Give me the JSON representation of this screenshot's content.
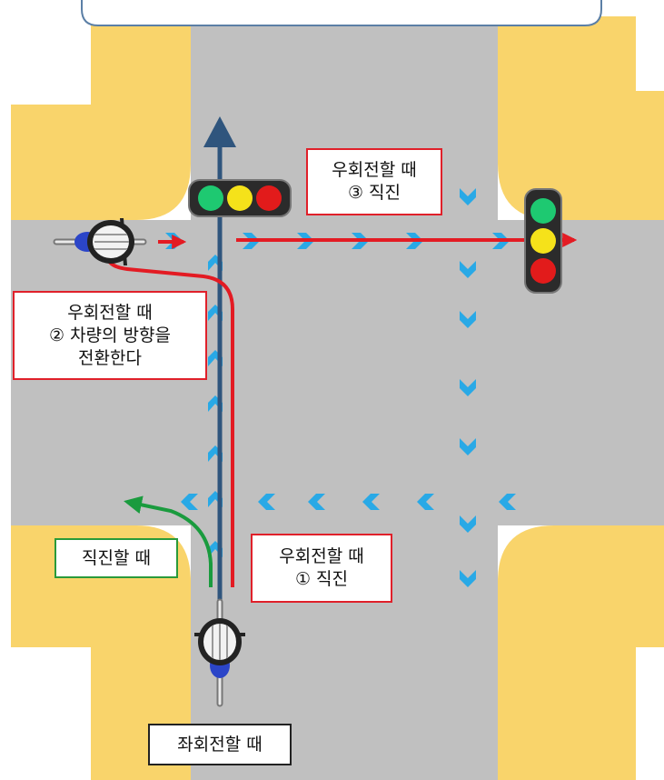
{
  "colors": {
    "sidewalk": "#f9d46b",
    "road": "#c0c0c0",
    "cyan_arrows": "#29a9e6",
    "red_path": "#e31b23",
    "dark_arrow": "#2f557d",
    "green_path": "#1a9b3e",
    "frame": "#5b7fa6"
  },
  "labels": {
    "hook_step3": {
      "line1": "우회전할 때",
      "line2": "③ 직진"
    },
    "hook_step2": {
      "line1": "우회전할 때",
      "line2": "② 차량의 방향을",
      "line3": "전환한다"
    },
    "straight": {
      "line1": "직진할 때"
    },
    "hook_step1": {
      "line1": "우회전할 때",
      "line2": "① 직진"
    },
    "left_turn": {
      "line1": "좌회전할 때"
    }
  },
  "traffic_lights": [
    {
      "id": "north",
      "orientation": "horizontal",
      "lamps": [
        "green",
        "yellow",
        "red"
      ]
    },
    {
      "id": "east",
      "orientation": "vertical",
      "lamps": [
        "green",
        "yellow",
        "red"
      ]
    }
  ],
  "icons": [
    "cyclist-icon",
    "traffic-light-icon",
    "arrow-icon"
  ]
}
